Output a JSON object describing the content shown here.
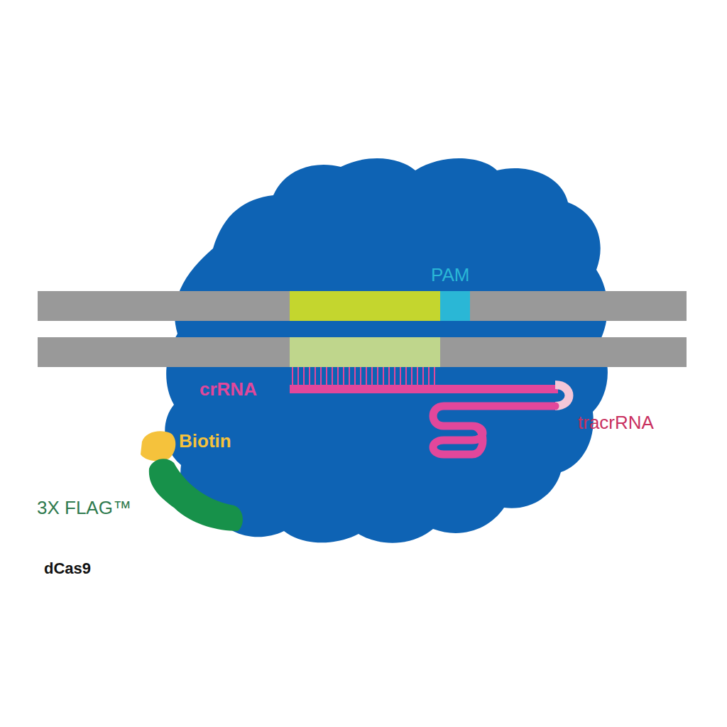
{
  "diagram": {
    "labels": [
      "PAM",
      "crRNA",
      "tracrRNA",
      "Biotin",
      "3X FLAG™",
      "dCas9"
    ]
  }
}
